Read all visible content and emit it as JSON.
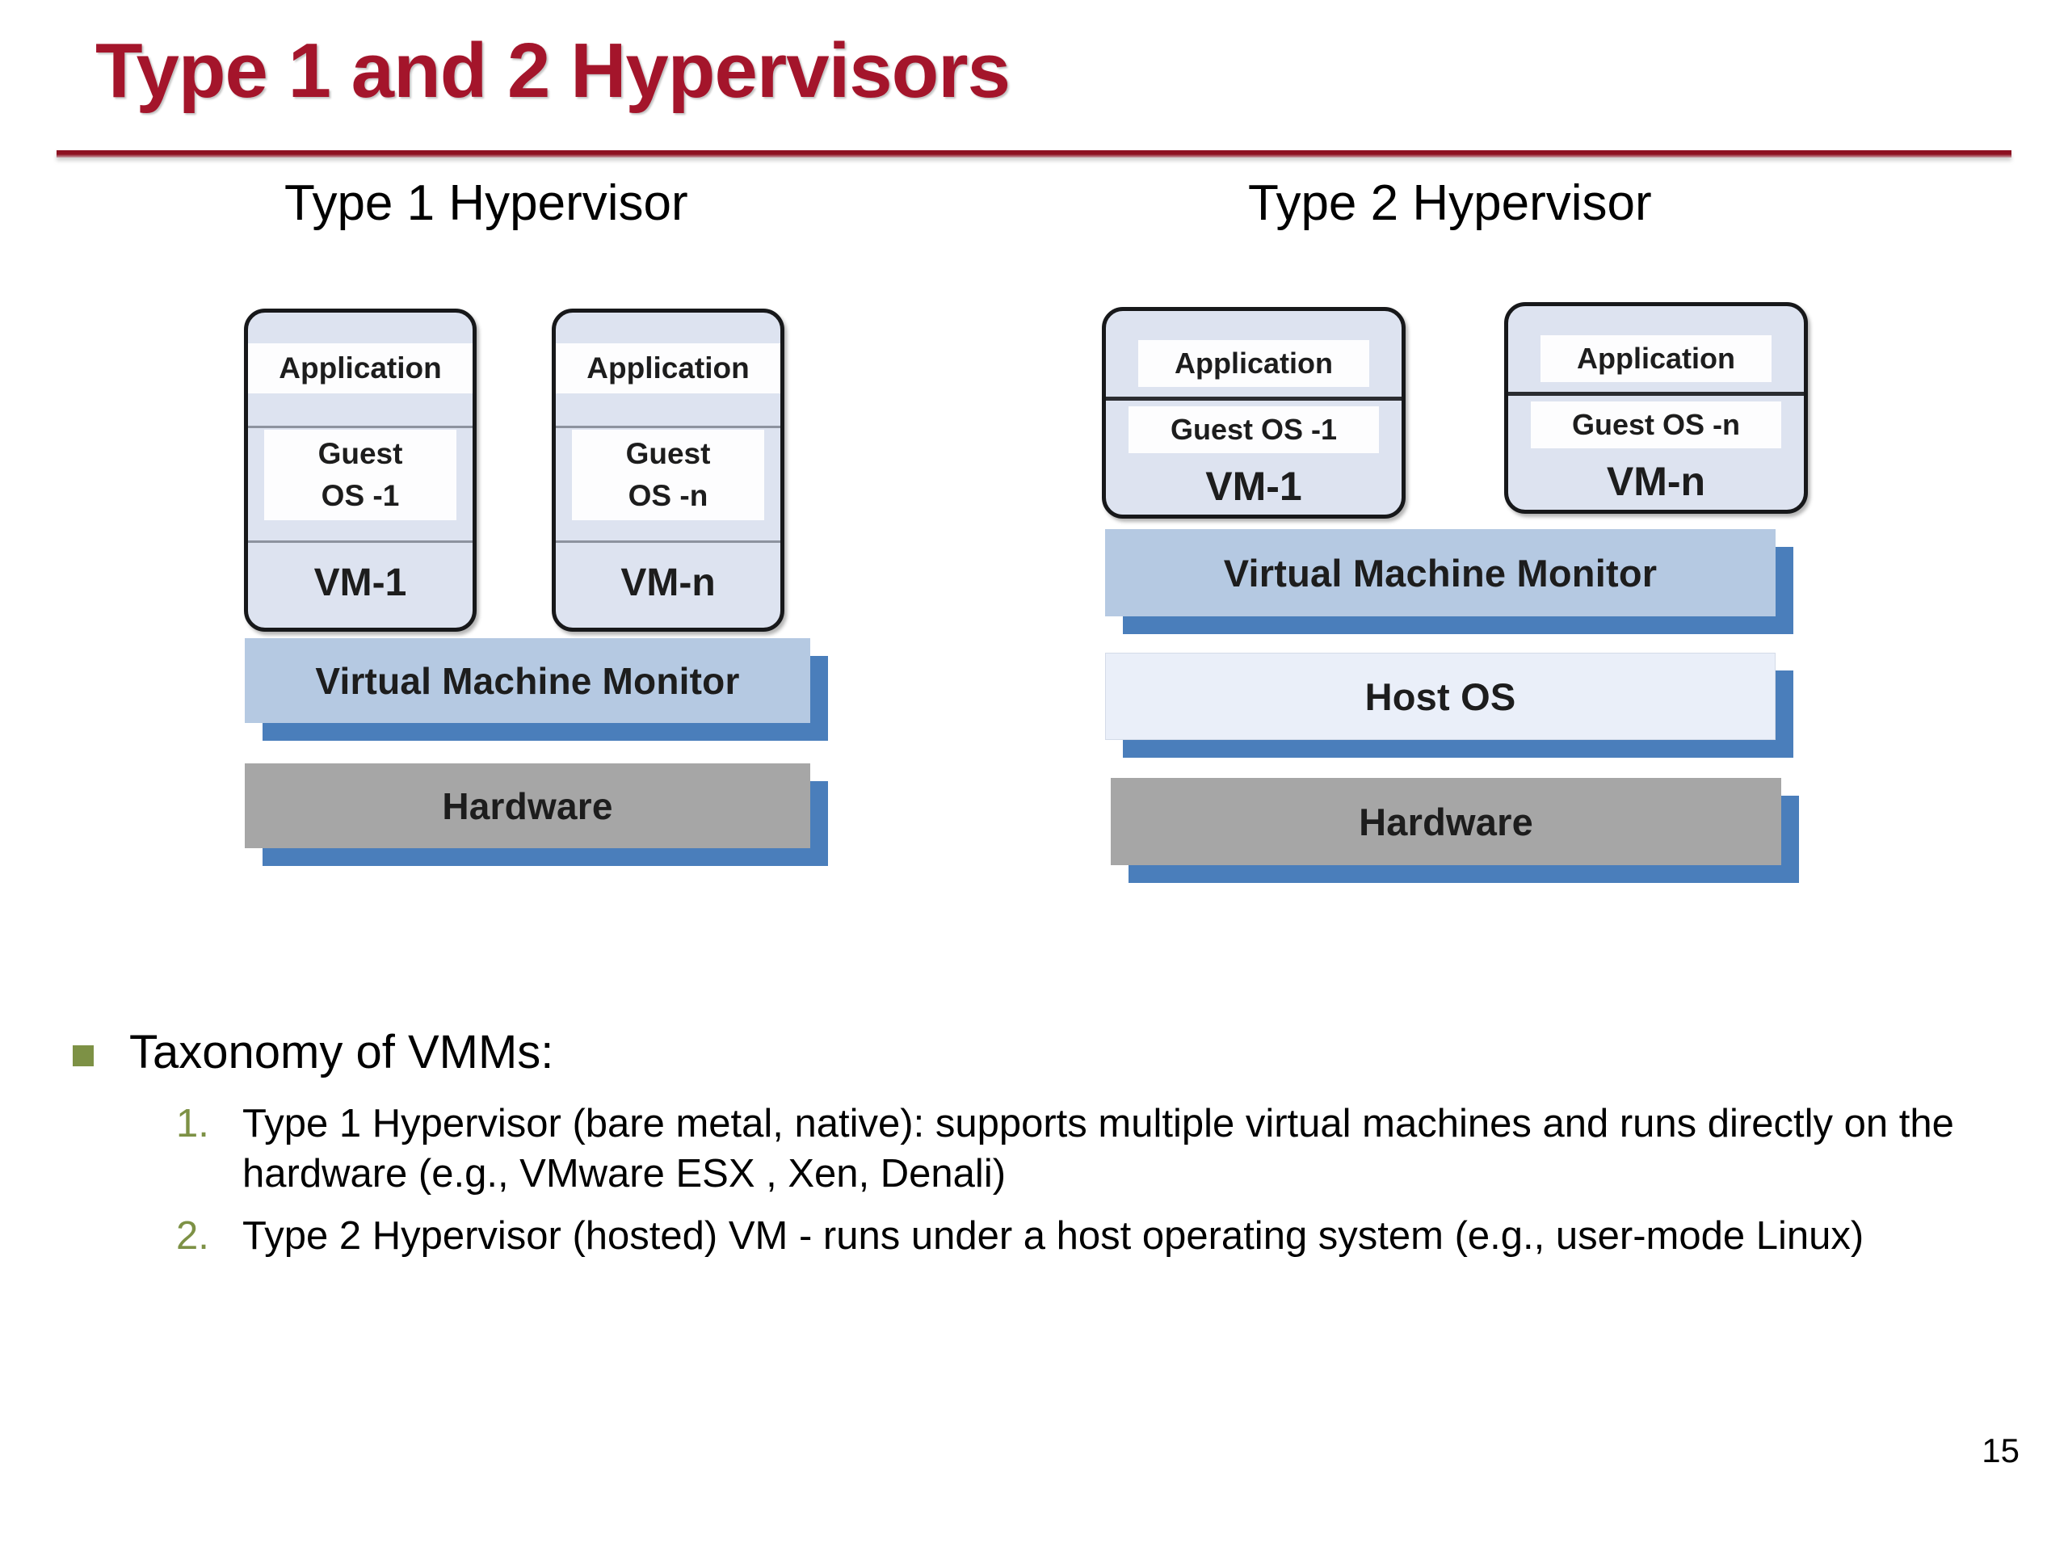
{
  "slide": {
    "title": "Type 1 and 2 Hypervisors",
    "page_number": "15",
    "title_color": "#a4152b",
    "rule_color": "#8d1021"
  },
  "diagram": {
    "colors": {
      "vm_box_fill": "#dde3f0",
      "vm_box_border": "#17181a",
      "vmm_bar": "#b5c9e2",
      "host_os_bar": "#eaeff9",
      "hardware_bar": "#a6a6a6",
      "bar_shadow": "#4a7ebb"
    },
    "type1": {
      "heading": "Type 1 Hypervisor",
      "vms": [
        {
          "application": "Application",
          "guest_os": "Guest\nOS -1",
          "guest_os_line1": "Guest",
          "guest_os_line2": "OS -1",
          "vm_label": "VM-1"
        },
        {
          "application": "Application",
          "guest_os": "Guest\nOS -n",
          "guest_os_line1": "Guest",
          "guest_os_line2": "OS -n",
          "vm_label": "VM-n"
        }
      ],
      "layers": [
        {
          "label": "Virtual Machine Monitor",
          "style": "vmm"
        },
        {
          "label": "Hardware",
          "style": "hw"
        }
      ]
    },
    "type2": {
      "heading": "Type 2 Hypervisor",
      "vms": [
        {
          "application": "Application",
          "guest_os": "Guest OS -1",
          "vm_label": "VM-1"
        },
        {
          "application": "Application",
          "guest_os": "Guest OS -n",
          "vm_label": "VM-n"
        }
      ],
      "layers": [
        {
          "label": "Virtual Machine Monitor",
          "style": "vmm"
        },
        {
          "label": "Host OS",
          "style": "hostos"
        },
        {
          "label": "Hardware",
          "style": "hw"
        }
      ]
    }
  },
  "body": {
    "bullet": "Taxonomy of VMMs:",
    "items": [
      {
        "marker": "1.",
        "text": "Type 1 Hypervisor (bare metal, native): supports multiple virtual machines and runs directly on the hardware (e.g., VMware ESX , Xen, Denali)"
      },
      {
        "marker": "2.",
        "text": "Type 2 Hypervisor (hosted) VM - runs under a host operating system (e.g., user-mode Linux)"
      }
    ]
  }
}
